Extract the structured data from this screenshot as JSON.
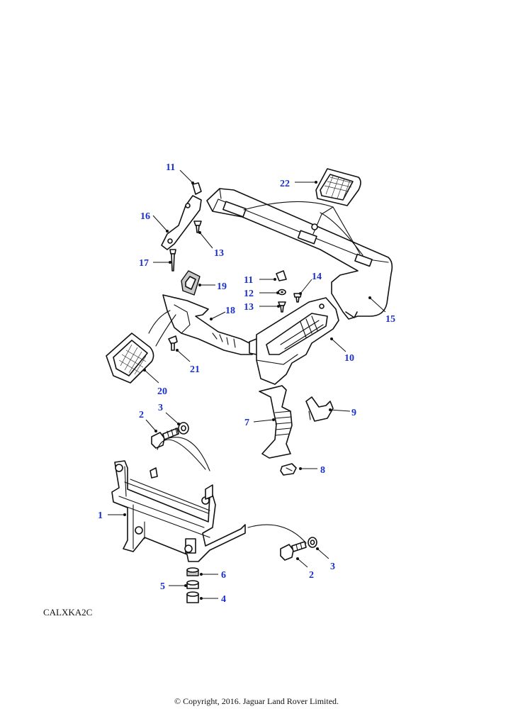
{
  "diagram_code": "CALXKA2C",
  "copyright": "© Copyright, 2016. Jaguar Land Rover Limited.",
  "callouts": {
    "c1": "1",
    "c2a": "2",
    "c2b": "2",
    "c3a": "3",
    "c3b": "3",
    "c4": "4",
    "c5": "5",
    "c6": "6",
    "c7": "7",
    "c8": "8",
    "c9": "9",
    "c10": "10",
    "c11a": "11",
    "c11b": "11",
    "c12": "12",
    "c13a": "13",
    "c13b": "13",
    "c14": "14",
    "c15": "15",
    "c16": "16",
    "c17": "17",
    "c18": "18",
    "c19": "19",
    "c20": "20",
    "c21": "21",
    "c22": "22"
  },
  "colors": {
    "callout": "#1a2fd0",
    "line": "#111111"
  }
}
